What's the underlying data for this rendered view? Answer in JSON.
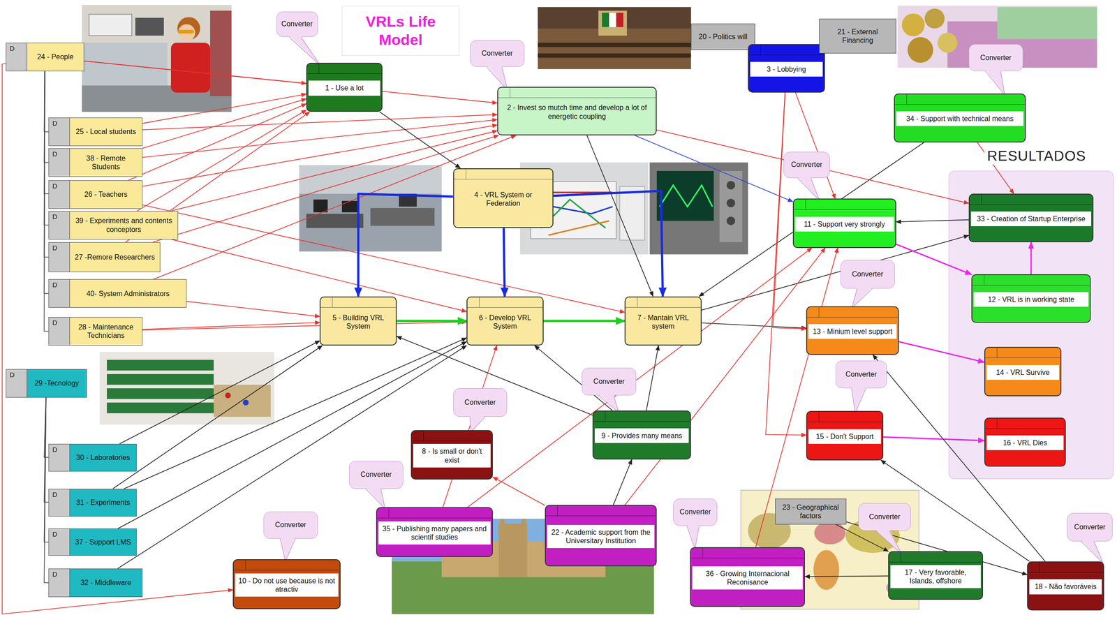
{
  "diagram": {
    "title": "VRLs Life Model",
    "nodes": [
      {
        "text": [
          "D",
          "24 - People"
        ]
      },
      {
        "text": [
          "Converter"
        ]
      },
      {
        "text": [
          "1 - Use a lot"
        ]
      },
      {
        "text": [
          "Converter"
        ]
      },
      {
        "text": [
          "2 - Invest so mutch time and develop a lot of energetic coupling"
        ]
      },
      {
        "text": [
          "20 - Politics will"
        ]
      },
      {
        "text": [
          "3 - Lobbying"
        ]
      },
      {
        "text": [
          "21 - External Financing"
        ]
      },
      {
        "text": [
          "Converter"
        ]
      },
      {
        "text": [
          "34 - Support with technical means"
        ]
      },
      {
        "text": [
          "D",
          "25 - Local students"
        ]
      },
      {
        "text": [
          "D",
          "38 - Remote Students"
        ]
      },
      {
        "text": [
          "4 - VRL System or Federation"
        ]
      },
      {
        "text": [
          "Converter"
        ]
      },
      {
        "text": [
          "11 - Support very strongly"
        ]
      },
      {
        "text": [
          "RESULTADOS"
        ]
      },
      {
        "text": [
          "33 - Creation of Startup Enterprise"
        ],
        "in": 15
      },
      {
        "text": [
          "12 - VRL is in working state"
        ],
        "in": 15
      },
      {
        "text": [
          "14 - VRL Survive"
        ],
        "in": 15
      },
      {
        "text": [
          "16 - VRL Dies"
        ],
        "in": 15
      },
      {
        "text": [
          "D",
          "26 - Teachers"
        ]
      },
      {
        "text": [
          "D",
          "39 - Experiments and contents conceptors"
        ]
      },
      {
        "text": [
          "D",
          "27 -Remore Researchers"
        ]
      },
      {
        "text": [
          "Converter"
        ]
      },
      {
        "text": [
          "D",
          "40- System Administrators"
        ]
      },
      {
        "text": [
          "5 - Building VRL System"
        ]
      },
      {
        "text": [
          "6 - Develop VRL System"
        ]
      },
      {
        "text": [
          "7 - Mantain VRL system"
        ]
      },
      {
        "text": [
          "13 - Minium level support"
        ]
      },
      {
        "text": [
          "D",
          "28 - Maintenance Technicians"
        ]
      },
      {
        "text": [
          "D",
          "29 -Tecnology"
        ]
      },
      {
        "text": [
          "Converter"
        ]
      },
      {
        "text": [
          "Converter"
        ]
      },
      {
        "text": [
          "Converter"
        ]
      },
      {
        "text": [
          "9 - Provides many means"
        ]
      },
      {
        "text": [
          "8 - Is small or don't exist"
        ]
      },
      {
        "text": [
          "15 - Don't Support"
        ]
      },
      {
        "text": [
          "D",
          "30 - Laboratories"
        ]
      },
      {
        "text": [
          "Converter"
        ]
      },
      {
        "text": [
          "D",
          "31 - Experiments"
        ]
      },
      {
        "text": [
          "Converter"
        ]
      },
      {
        "text": [
          "23 - Geographical factors"
        ]
      },
      {
        "text": [
          "Converter"
        ]
      },
      {
        "text": [
          "Converter"
        ]
      },
      {
        "text": [
          "35 - Publishing many papers and scientif studies"
        ]
      },
      {
        "text": [
          "22 - Academic support from the Universitary Institution"
        ]
      },
      {
        "text": [
          "Converter"
        ]
      },
      {
        "text": [
          "D",
          "37 - Support LMS"
        ]
      },
      {
        "text": [
          "36 - Growing Internacional Reconisance"
        ]
      },
      {
        "text": [
          "17 - Very favorable, Islands, offshore"
        ]
      },
      {
        "text": [
          "10 - Do not use because is not atractiv"
        ]
      },
      {
        "text": [
          "D",
          "32 - Middleware"
        ]
      },
      {
        "text": [
          "18 - Não favoráveis"
        ]
      }
    ],
    "edges": [
      {
        "from": 0,
        "to": 2,
        "arrow": "to"
      },
      {
        "from": 0,
        "to": 4,
        "arrow": "to"
      },
      {
        "from": 0,
        "to": 50,
        "arrow": "to"
      },
      {
        "from": 10,
        "to": 2,
        "arrow": "to"
      },
      {
        "from": 10,
        "to": 4,
        "arrow": "to"
      },
      {
        "from": 11,
        "to": 2,
        "arrow": "to"
      },
      {
        "from": 11,
        "to": 4,
        "arrow": "to"
      },
      {
        "from": 20,
        "to": 2,
        "arrow": "to"
      },
      {
        "from": 20,
        "to": 4,
        "arrow": "to"
      },
      {
        "from": 20,
        "to": 27,
        "arrow": "to"
      },
      {
        "from": 21,
        "to": 2,
        "arrow": "to"
      },
      {
        "from": 21,
        "to": 4,
        "arrow": "to"
      },
      {
        "from": 21,
        "to": 26,
        "arrow": "to"
      },
      {
        "from": 22,
        "to": 2,
        "arrow": "to"
      },
      {
        "from": 22,
        "to": 4,
        "arrow": "to"
      },
      {
        "from": 24,
        "to": 4,
        "arrow": "to"
      },
      {
        "from": 24,
        "to": 25,
        "arrow": "to"
      },
      {
        "from": 29,
        "to": 25,
        "arrow": "to"
      },
      {
        "from": 29,
        "to": 26,
        "arrow": "to"
      },
      {
        "from": 37,
        "to": 25,
        "arrow": "to"
      },
      {
        "from": 39,
        "to": 25,
        "arrow": "to"
      },
      {
        "from": 39,
        "to": 26,
        "arrow": "to"
      },
      {
        "from": 47,
        "to": 26,
        "arrow": "to"
      },
      {
        "from": 51,
        "to": 26,
        "arrow": "to"
      },
      {
        "from": 2,
        "to": 12,
        "arrow": "to"
      },
      {
        "from": 4,
        "to": 27,
        "arrow": "to"
      },
      {
        "from": 4,
        "to": 14,
        "arrow": "to"
      },
      {
        "from": 4,
        "to": 16,
        "arrow": "to"
      },
      {
        "from": 12,
        "to": 25,
        "arrow": "to"
      },
      {
        "from": 12,
        "to": 26,
        "arrow": "to"
      },
      {
        "from": 12,
        "to": 27,
        "arrow": "to"
      },
      {
        "from": 25,
        "to": 26,
        "arrow": "to"
      },
      {
        "from": 26,
        "to": 27,
        "arrow": "to"
      },
      {
        "from": 27,
        "to": 28,
        "arrow": "to"
      },
      {
        "from": 27,
        "to": 16,
        "arrow": "to"
      },
      {
        "from": 9,
        "to": 27,
        "arrow": "to"
      },
      {
        "from": 9,
        "to": 16,
        "arrow": "to"
      },
      {
        "from": 16,
        "to": 14,
        "arrow": "to"
      },
      {
        "from": 6,
        "to": 14,
        "arrow": "to"
      },
      {
        "from": 6,
        "to": 28,
        "arrow": "to"
      },
      {
        "from": 6,
        "to": 36,
        "arrow": "to"
      },
      {
        "from": 14,
        "to": 17,
        "arrow": "to"
      },
      {
        "from": 17,
        "to": 16,
        "arrow": "to"
      },
      {
        "from": 28,
        "to": 18,
        "arrow": "to"
      },
      {
        "from": 36,
        "to": 19,
        "arrow": "to"
      },
      {
        "from": 34,
        "to": 25,
        "arrow": "to"
      },
      {
        "from": 34,
        "to": 26,
        "arrow": "to"
      },
      {
        "from": 34,
        "to": 27,
        "arrow": "to"
      },
      {
        "from": 45,
        "to": 34,
        "arrow": "to"
      },
      {
        "from": 45,
        "to": 14,
        "arrow": "to"
      },
      {
        "from": 45,
        "to": 35,
        "arrow": "to"
      },
      {
        "from": 44,
        "to": 14,
        "arrow": "to"
      },
      {
        "from": 44,
        "to": 26,
        "arrow": "to"
      },
      {
        "from": 48,
        "to": 14,
        "arrow": "to"
      },
      {
        "from": 49,
        "to": 48,
        "arrow": "to"
      },
      {
        "from": 41,
        "to": 49,
        "arrow": "to"
      },
      {
        "from": 41,
        "to": 52,
        "arrow": "to"
      },
      {
        "from": 52,
        "to": 28,
        "arrow": "to"
      },
      {
        "from": 52,
        "to": 36,
        "arrow": "to"
      },
      {
        "from": 0,
        "to": 10,
        "arrow": "none"
      },
      {
        "from": 0,
        "to": 11,
        "arrow": "none"
      },
      {
        "from": 0,
        "to": 20,
        "arrow": "none"
      },
      {
        "from": 0,
        "to": 21,
        "arrow": "none"
      },
      {
        "from": 0,
        "to": 22,
        "arrow": "none"
      },
      {
        "from": 0,
        "to": 24,
        "arrow": "none"
      },
      {
        "from": 0,
        "to": 29,
        "arrow": "none"
      },
      {
        "from": 30,
        "to": 37,
        "arrow": "none"
      },
      {
        "from": 30,
        "to": 39,
        "arrow": "none"
      },
      {
        "from": 30,
        "to": 47,
        "arrow": "none"
      },
      {
        "from": 30,
        "to": 51,
        "arrow": "none"
      }
    ]
  }
}
